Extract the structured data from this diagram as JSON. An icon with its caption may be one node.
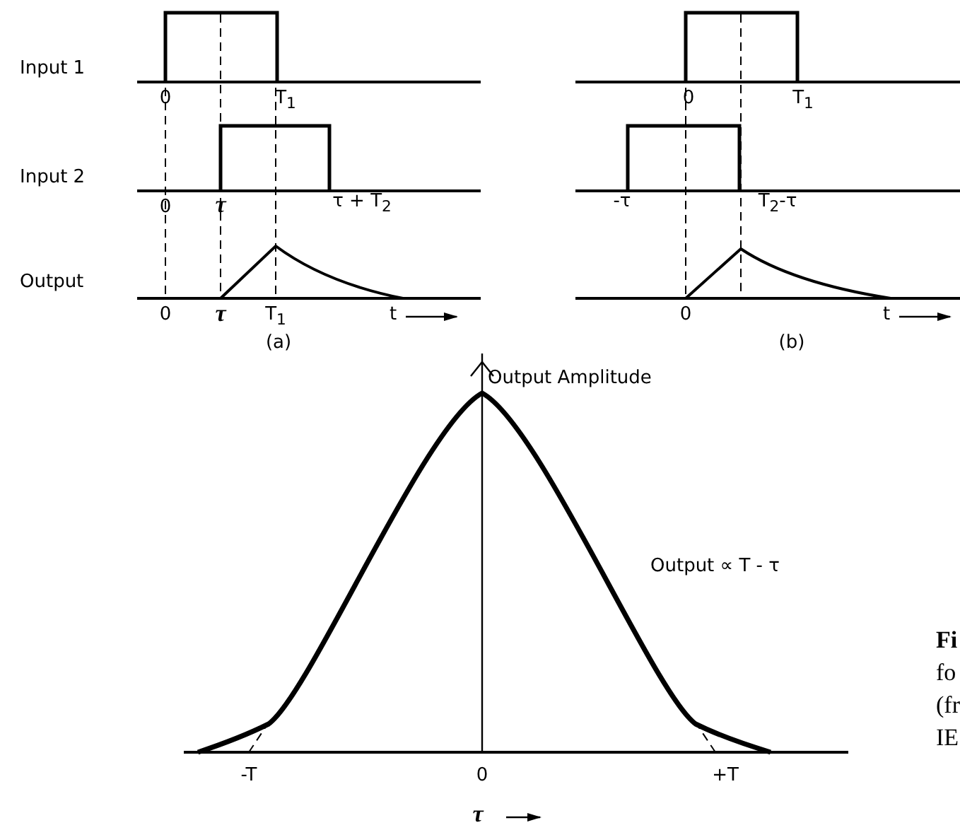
{
  "diagram": {
    "labels": [
      "Input 1",
      "0",
      "T$_{1}$",
      "0",
      "T$_{1}$",
      "Input 2",
      "0",
      "τ",
      "τ + T$_{2}$",
      "-τ",
      "T$_{2}$-τ",
      "Output",
      "0",
      "τ",
      "T$_{1}$",
      "t",
      "0",
      "t",
      "(a)",
      "(b)",
      "Output Amplitude",
      "Output ∝ T - τ",
      "Fi",
      "fo",
      "(fr",
      "IE",
      "-T",
      "0",
      "+T",
      "τ"
    ]
  }
}
